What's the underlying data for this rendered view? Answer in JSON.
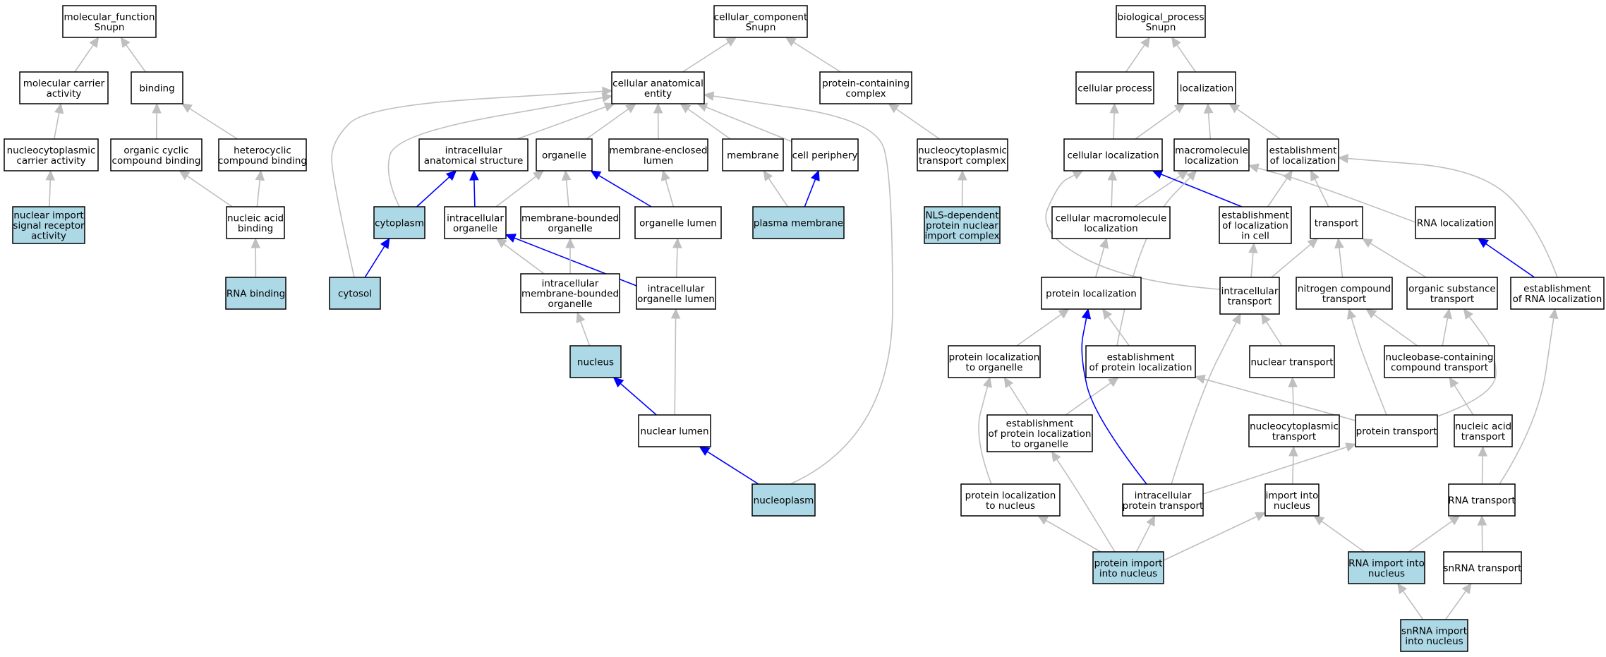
{
  "colors": {
    "highlight_fill": "#add8e6",
    "default_fill": "#ffffff",
    "gray_edge": "#bfbfbf",
    "blue_edge": "#0000ff"
  },
  "nodes": [
    {
      "id": "mf_root",
      "lines": [
        "molecular_function",
        "Snupn"
      ],
      "highlighted": false
    },
    {
      "id": "mol_carrier",
      "lines": [
        "molecular carrier",
        "activity"
      ],
      "highlighted": false
    },
    {
      "id": "binding",
      "lines": [
        "binding"
      ],
      "highlighted": false
    },
    {
      "id": "nc_carrier",
      "lines": [
        "nucleocytoplasmic",
        "carrier activity"
      ],
      "highlighted": false
    },
    {
      "id": "org_cyclic",
      "lines": [
        "organic cyclic",
        "compound binding"
      ],
      "highlighted": false
    },
    {
      "id": "heterocyclic",
      "lines": [
        "heterocyclic",
        "compound binding"
      ],
      "highlighted": false
    },
    {
      "id": "nuc_import_sig",
      "lines": [
        "nuclear import",
        "signal receptor",
        "activity"
      ],
      "highlighted": true
    },
    {
      "id": "nuc_acid_bind",
      "lines": [
        "nucleic acid",
        "binding"
      ],
      "highlighted": false
    },
    {
      "id": "rna_binding",
      "lines": [
        "RNA binding"
      ],
      "highlighted": true
    },
    {
      "id": "cc_root",
      "lines": [
        "cellular_component",
        "Snupn"
      ],
      "highlighted": false
    },
    {
      "id": "cae",
      "lines": [
        "cellular anatomical",
        "entity"
      ],
      "highlighted": false
    },
    {
      "id": "pcc",
      "lines": [
        "protein-containing",
        "complex"
      ],
      "highlighted": false
    },
    {
      "id": "ias",
      "lines": [
        "intracellular",
        "anatomical structure"
      ],
      "highlighted": false
    },
    {
      "id": "organelle",
      "lines": [
        "organelle"
      ],
      "highlighted": false
    },
    {
      "id": "mel",
      "lines": [
        "membrane-enclosed",
        "lumen"
      ],
      "highlighted": false
    },
    {
      "id": "membrane",
      "lines": [
        "membrane"
      ],
      "highlighted": false
    },
    {
      "id": "cell_periph",
      "lines": [
        "cell periphery"
      ],
      "highlighted": false
    },
    {
      "id": "nctc",
      "lines": [
        "nucleocytoplasmic",
        "transport complex"
      ],
      "highlighted": false
    },
    {
      "id": "cytoplasm",
      "lines": [
        "cytoplasm"
      ],
      "highlighted": true
    },
    {
      "id": "intra_org",
      "lines": [
        "intracellular",
        "organelle"
      ],
      "highlighted": false
    },
    {
      "id": "mbo",
      "lines": [
        "membrane-bounded",
        "organelle"
      ],
      "highlighted": false
    },
    {
      "id": "org_lumen",
      "lines": [
        "organelle lumen"
      ],
      "highlighted": false
    },
    {
      "id": "plasma_mem",
      "lines": [
        "plasma membrane"
      ],
      "highlighted": true
    },
    {
      "id": "nls_dep",
      "lines": [
        "NLS-dependent",
        "protein nuclear",
        "import complex"
      ],
      "highlighted": true
    },
    {
      "id": "cytosol",
      "lines": [
        "cytosol"
      ],
      "highlighted": true
    },
    {
      "id": "imbo",
      "lines": [
        "intracellular",
        "membrane-bounded",
        "organelle"
      ],
      "highlighted": false
    },
    {
      "id": "iol",
      "lines": [
        "intracellular",
        "organelle lumen"
      ],
      "highlighted": false
    },
    {
      "id": "nucleus",
      "lines": [
        "nucleus"
      ],
      "highlighted": true
    },
    {
      "id": "nuc_lumen",
      "lines": [
        "nuclear lumen"
      ],
      "highlighted": false
    },
    {
      "id": "nucleoplasm",
      "lines": [
        "nucleoplasm"
      ],
      "highlighted": true
    },
    {
      "id": "bp_root",
      "lines": [
        "biological_process",
        "Snupn"
      ],
      "highlighted": false
    },
    {
      "id": "cell_process",
      "lines": [
        "cellular process"
      ],
      "highlighted": false
    },
    {
      "id": "localization",
      "lines": [
        "localization"
      ],
      "highlighted": false
    },
    {
      "id": "cell_loc",
      "lines": [
        "cellular localization"
      ],
      "highlighted": false
    },
    {
      "id": "macro_loc",
      "lines": [
        "macromolecule",
        "localization"
      ],
      "highlighted": false
    },
    {
      "id": "est_loc",
      "lines": [
        "establishment",
        "of localization"
      ],
      "highlighted": false
    },
    {
      "id": "cell_macro_loc",
      "lines": [
        "cellular macromolecule",
        "localization"
      ],
      "highlighted": false
    },
    {
      "id": "est_loc_cell",
      "lines": [
        "establishment",
        "of localization",
        "in cell"
      ],
      "highlighted": false
    },
    {
      "id": "transport",
      "lines": [
        "transport"
      ],
      "highlighted": false
    },
    {
      "id": "rna_loc",
      "lines": [
        "RNA localization"
      ],
      "highlighted": false
    },
    {
      "id": "prot_loc",
      "lines": [
        "protein localization"
      ],
      "highlighted": false
    },
    {
      "id": "intra_transport",
      "lines": [
        "intracellular",
        "transport"
      ],
      "highlighted": false
    },
    {
      "id": "nitro_transport",
      "lines": [
        "nitrogen compound",
        "transport"
      ],
      "highlighted": false
    },
    {
      "id": "org_sub_transport",
      "lines": [
        "organic substance",
        "transport"
      ],
      "highlighted": false
    },
    {
      "id": "est_rna_loc",
      "lines": [
        "establishment",
        "of RNA localization"
      ],
      "highlighted": false
    },
    {
      "id": "prot_loc_org",
      "lines": [
        "protein localization",
        "to organelle"
      ],
      "highlighted": false
    },
    {
      "id": "est_prot_loc",
      "lines": [
        "establishment",
        "of protein localization"
      ],
      "highlighted": false
    },
    {
      "id": "nuc_transport",
      "lines": [
        "nuclear transport"
      ],
      "highlighted": false
    },
    {
      "id": "nbc_transport",
      "lines": [
        "nucleobase-containing",
        "compound transport"
      ],
      "highlighted": false
    },
    {
      "id": "est_prot_loc_org",
      "lines": [
        "establishment",
        "of protein localization",
        "to organelle"
      ],
      "highlighted": false
    },
    {
      "id": "ncp_transport",
      "lines": [
        "nucleocytoplasmic",
        "transport"
      ],
      "highlighted": false
    },
    {
      "id": "prot_transport",
      "lines": [
        "protein transport"
      ],
      "highlighted": false
    },
    {
      "id": "na_transport",
      "lines": [
        "nucleic acid",
        "transport"
      ],
      "highlighted": false
    },
    {
      "id": "prot_loc_nuc",
      "lines": [
        "protein localization",
        "to nucleus"
      ],
      "highlighted": false
    },
    {
      "id": "ipt",
      "lines": [
        "intracellular",
        "protein transport"
      ],
      "highlighted": false
    },
    {
      "id": "import_nuc",
      "lines": [
        "import into",
        "nucleus"
      ],
      "highlighted": false
    },
    {
      "id": "rna_transport",
      "lines": [
        "RNA transport"
      ],
      "highlighted": false
    },
    {
      "id": "prot_import_nuc",
      "lines": [
        "protein import",
        "into nucleus"
      ],
      "highlighted": true
    },
    {
      "id": "rna_import_nuc",
      "lines": [
        "RNA import into",
        "nucleus"
      ],
      "highlighted": true
    },
    {
      "id": "snrna_transport",
      "lines": [
        "snRNA transport"
      ],
      "highlighted": false
    },
    {
      "id": "snrna_import",
      "lines": [
        "snRNA import",
        "into nucleus"
      ],
      "highlighted": true
    }
  ],
  "edges": [
    {
      "from": "mol_carrier",
      "to": "mf_root",
      "color": "gray"
    },
    {
      "from": "binding",
      "to": "mf_root",
      "color": "gray"
    },
    {
      "from": "nc_carrier",
      "to": "mol_carrier",
      "color": "gray"
    },
    {
      "from": "org_cyclic",
      "to": "binding",
      "color": "gray"
    },
    {
      "from": "heterocyclic",
      "to": "binding",
      "color": "gray"
    },
    {
      "from": "nuc_import_sig",
      "to": "nc_carrier",
      "color": "gray"
    },
    {
      "from": "nuc_acid_bind",
      "to": "org_cyclic",
      "color": "gray"
    },
    {
      "from": "nuc_acid_bind",
      "to": "heterocyclic",
      "color": "gray"
    },
    {
      "from": "rna_binding",
      "to": "nuc_acid_bind",
      "color": "gray"
    },
    {
      "from": "cae",
      "to": "cc_root",
      "color": "gray"
    },
    {
      "from": "pcc",
      "to": "cc_root",
      "color": "gray"
    },
    {
      "from": "ias",
      "to": "cae",
      "color": "gray"
    },
    {
      "from": "organelle",
      "to": "cae",
      "color": "gray"
    },
    {
      "from": "mel",
      "to": "cae",
      "color": "gray"
    },
    {
      "from": "membrane",
      "to": "cae",
      "color": "gray"
    },
    {
      "from": "cell_periph",
      "to": "cae",
      "color": "gray"
    },
    {
      "from": "cytoplasm",
      "to": "cae",
      "color": "gray"
    },
    {
      "from": "cytosol",
      "to": "cae",
      "color": "gray"
    },
    {
      "from": "nucleoplasm",
      "to": "cae",
      "color": "gray"
    },
    {
      "from": "nctc",
      "to": "pcc",
      "color": "gray"
    },
    {
      "from": "nls_dep",
      "to": "nctc",
      "color": "gray"
    },
    {
      "from": "cytoplasm",
      "to": "ias",
      "color": "blue"
    },
    {
      "from": "intra_org",
      "to": "ias",
      "color": "blue"
    },
    {
      "from": "intra_org",
      "to": "organelle",
      "color": "gray"
    },
    {
      "from": "mbo",
      "to": "organelle",
      "color": "gray"
    },
    {
      "from": "org_lumen",
      "to": "organelle",
      "color": "blue"
    },
    {
      "from": "org_lumen",
      "to": "mel",
      "color": "gray"
    },
    {
      "from": "plasma_mem",
      "to": "membrane",
      "color": "gray"
    },
    {
      "from": "plasma_mem",
      "to": "cell_periph",
      "color": "blue"
    },
    {
      "from": "cytosol",
      "to": "cytoplasm",
      "color": "blue"
    },
    {
      "from": "imbo",
      "to": "intra_org",
      "color": "gray"
    },
    {
      "from": "iol",
      "to": "intra_org",
      "color": "blue"
    },
    {
      "from": "imbo",
      "to": "mbo",
      "color": "gray"
    },
    {
      "from": "iol",
      "to": "org_lumen",
      "color": "gray"
    },
    {
      "from": "nucleus",
      "to": "imbo",
      "color": "gray"
    },
    {
      "from": "nuc_lumen",
      "to": "nucleus",
      "color": "blue"
    },
    {
      "from": "nuc_lumen",
      "to": "iol",
      "color": "gray"
    },
    {
      "from": "nucleoplasm",
      "to": "nuc_lumen",
      "color": "blue"
    },
    {
      "from": "cell_process",
      "to": "bp_root",
      "color": "gray"
    },
    {
      "from": "localization",
      "to": "bp_root",
      "color": "gray"
    },
    {
      "from": "cell_loc",
      "to": "cell_process",
      "color": "gray"
    },
    {
      "from": "cell_loc",
      "to": "localization",
      "color": "gray"
    },
    {
      "from": "macro_loc",
      "to": "localization",
      "color": "gray"
    },
    {
      "from": "est_loc",
      "to": "localization",
      "color": "gray"
    },
    {
      "from": "cell_macro_loc",
      "to": "cell_loc",
      "color": "gray"
    },
    {
      "from": "cell_macro_loc",
      "to": "macro_loc",
      "color": "gray"
    },
    {
      "from": "est_loc_cell",
      "to": "cell_loc",
      "color": "blue"
    },
    {
      "from": "est_loc_cell",
      "to": "est_loc",
      "color": "gray"
    },
    {
      "from": "transport",
      "to": "est_loc",
      "color": "gray"
    },
    {
      "from": "rna_loc",
      "to": "macro_loc",
      "color": "gray"
    },
    {
      "from": "est_rna_loc",
      "to": "est_loc",
      "color": "gray"
    },
    {
      "from": "est_rna_loc",
      "to": "rna_loc",
      "color": "blue"
    },
    {
      "from": "prot_loc",
      "to": "cell_macro_loc",
      "color": "gray"
    },
    {
      "from": "intra_transport",
      "to": "cell_loc",
      "color": "gray"
    },
    {
      "from": "intra_transport",
      "to": "est_loc_cell",
      "color": "gray"
    },
    {
      "from": "intra_transport",
      "to": "transport",
      "color": "gray"
    },
    {
      "from": "nitro_transport",
      "to": "transport",
      "color": "gray"
    },
    {
      "from": "org_sub_transport",
      "to": "transport",
      "color": "gray"
    },
    {
      "from": "prot_loc_org",
      "to": "prot_loc",
      "color": "gray"
    },
    {
      "from": "est_prot_loc",
      "to": "prot_loc",
      "color": "gray"
    },
    {
      "from": "est_prot_loc",
      "to": "macro_loc",
      "color": "gray"
    },
    {
      "from": "nuc_transport",
      "to": "intra_transport",
      "color": "gray"
    },
    {
      "from": "nbc_transport",
      "to": "nitro_transport",
      "color": "gray"
    },
    {
      "from": "nbc_transport",
      "to": "org_sub_transport",
      "color": "gray"
    },
    {
      "from": "est_prot_loc_org",
      "to": "prot_loc_org",
      "color": "gray"
    },
    {
      "from": "est_prot_loc_org",
      "to": "est_prot_loc",
      "color": "gray"
    },
    {
      "from": "ncp_transport",
      "to": "nuc_transport",
      "color": "gray"
    },
    {
      "from": "prot_transport",
      "to": "est_prot_loc",
      "color": "gray"
    },
    {
      "from": "prot_transport",
      "to": "nitro_transport",
      "color": "gray"
    },
    {
      "from": "prot_transport",
      "to": "org_sub_transport",
      "color": "gray"
    },
    {
      "from": "na_transport",
      "to": "nbc_transport",
      "color": "gray"
    },
    {
      "from": "prot_loc_nuc",
      "to": "prot_loc_org",
      "color": "gray"
    },
    {
      "from": "ipt",
      "to": "prot_loc",
      "color": "blue"
    },
    {
      "from": "ipt",
      "to": "intra_transport",
      "color": "gray"
    },
    {
      "from": "ipt",
      "to": "prot_transport",
      "color": "gray"
    },
    {
      "from": "import_nuc",
      "to": "ncp_transport",
      "color": "gray"
    },
    {
      "from": "rna_transport",
      "to": "na_transport",
      "color": "gray"
    },
    {
      "from": "rna_transport",
      "to": "est_rna_loc",
      "color": "gray"
    },
    {
      "from": "prot_import_nuc",
      "to": "prot_loc_nuc",
      "color": "gray"
    },
    {
      "from": "prot_import_nuc",
      "to": "ipt",
      "color": "gray"
    },
    {
      "from": "prot_import_nuc",
      "to": "import_nuc",
      "color": "gray"
    },
    {
      "from": "prot_import_nuc",
      "to": "est_prot_loc_org",
      "color": "gray"
    },
    {
      "from": "rna_import_nuc",
      "to": "import_nuc",
      "color": "gray"
    },
    {
      "from": "rna_import_nuc",
      "to": "rna_transport",
      "color": "gray"
    },
    {
      "from": "snrna_transport",
      "to": "rna_transport",
      "color": "gray"
    },
    {
      "from": "snrna_import",
      "to": "rna_import_nuc",
      "color": "gray"
    },
    {
      "from": "snrna_import",
      "to": "snrna_transport",
      "color": "gray"
    }
  ]
}
